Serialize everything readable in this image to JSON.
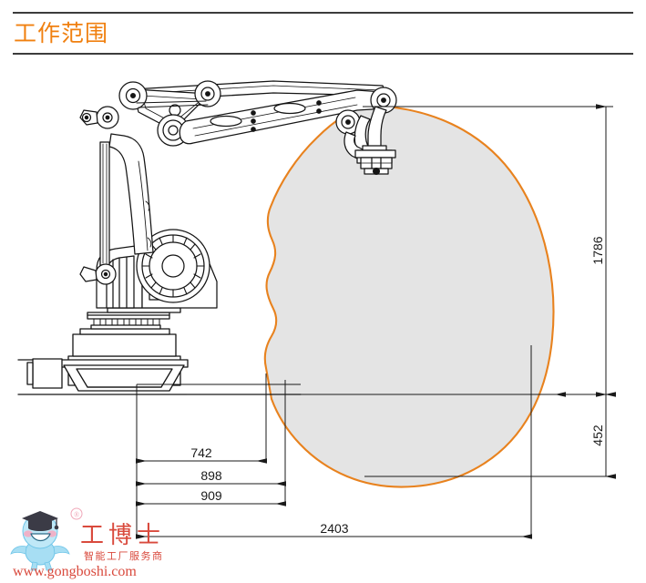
{
  "header": {
    "title": "工作范围",
    "title_color": "#f08010",
    "rule_color": "#3c3c3c"
  },
  "drawing": {
    "name": "robot-working-range-diagram",
    "envelope": {
      "stroke_color": "#e8821e",
      "fill_color": "#e4e4e4",
      "label": "work-envelope"
    },
    "robot_line_color": "#1a1a1a",
    "dimension_line_color": "#1a1a1a"
  },
  "dimensions": {
    "horizontal": [
      {
        "id": "dim-742",
        "value": "742"
      },
      {
        "id": "dim-898",
        "value": "898"
      },
      {
        "id": "dim-909",
        "value": "909"
      },
      {
        "id": "dim-2403",
        "value": "2403"
      }
    ],
    "vertical": [
      {
        "id": "dim-1786",
        "value": "1786"
      },
      {
        "id": "dim-452",
        "value": "452"
      }
    ],
    "units_note": ""
  },
  "watermark": {
    "brand": "工博士",
    "tagline": "智能工厂服务商",
    "url": "www.gongboshi.com",
    "registered_mark": "®",
    "brand_color": "#d94a3d",
    "tagline_color": "#d94a3d",
    "url_color": "#d94a3d",
    "mascot_color": "#8fd3ef"
  }
}
